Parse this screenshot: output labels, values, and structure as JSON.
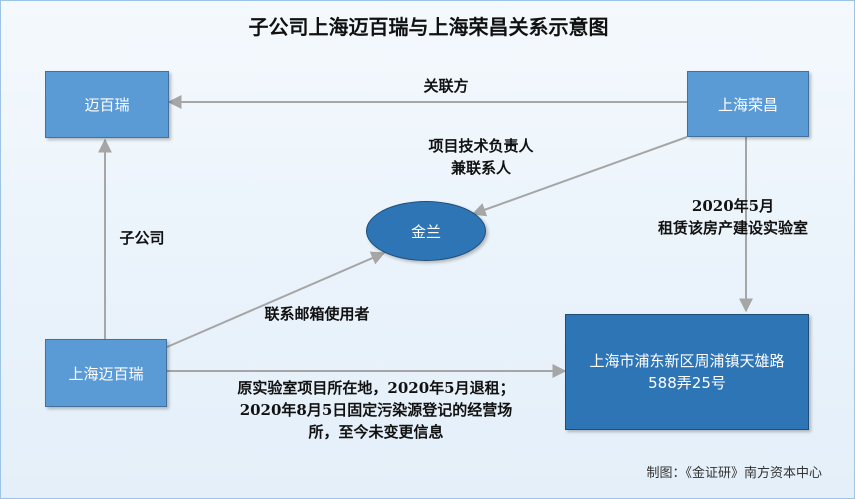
{
  "title": "子公司上海迈百瑞与上海荣昌关系示意图",
  "nodes": {
    "maibairui": "迈百瑞",
    "shanghai_rongchang": "上海荣昌",
    "jinlan": "金兰",
    "shanghai_maibairui": "上海迈百瑞",
    "address": "上海市浦东新区周浦镇天雄路588弄25号"
  },
  "labels": {
    "related_party": "关联方",
    "tech_lead_line1": "项目技术负责人",
    "tech_lead_line2": "兼联系人",
    "subsidiary": "子公司",
    "lease_line1": "2020年5月",
    "lease_line2": "租赁该房产建设实验室",
    "email_user": "联系邮箱使用者",
    "original_site_line1": "原实验室项目所在地，2020年5月退租；",
    "original_site_line2": "2020年8月5日固定污染源登记的经营场",
    "original_site_line3": "所，至今未变更信息"
  },
  "footer": "制图：《金证研》南方资本中心",
  "colors": {
    "box_light": "#5b9bd5",
    "box_dark": "#2e75b6",
    "arrow": "#a6a6a6"
  }
}
